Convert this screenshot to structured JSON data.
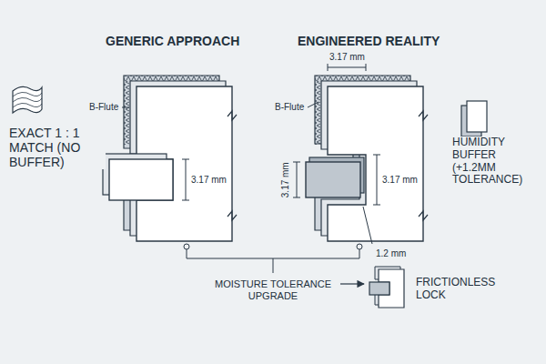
{
  "diagram": {
    "labels": [
      "GENERIC APPROACH",
      "ENGINEERED REALITY",
      "EXACT 1 : 1 MATCH (NO BUFFER)",
      "B-Flute",
      "3.17 mm",
      "3.17 mm",
      "B-Flute",
      "HUMIDITY BUFFER (+1.2MM TOLERANCE)",
      "3.17 mm",
      "3.17 mm",
      "1.2 mm",
      "MOISTURE TOLERANCE UPGRADE",
      "FRICTIONLESS LOCK"
    ]
  }
}
